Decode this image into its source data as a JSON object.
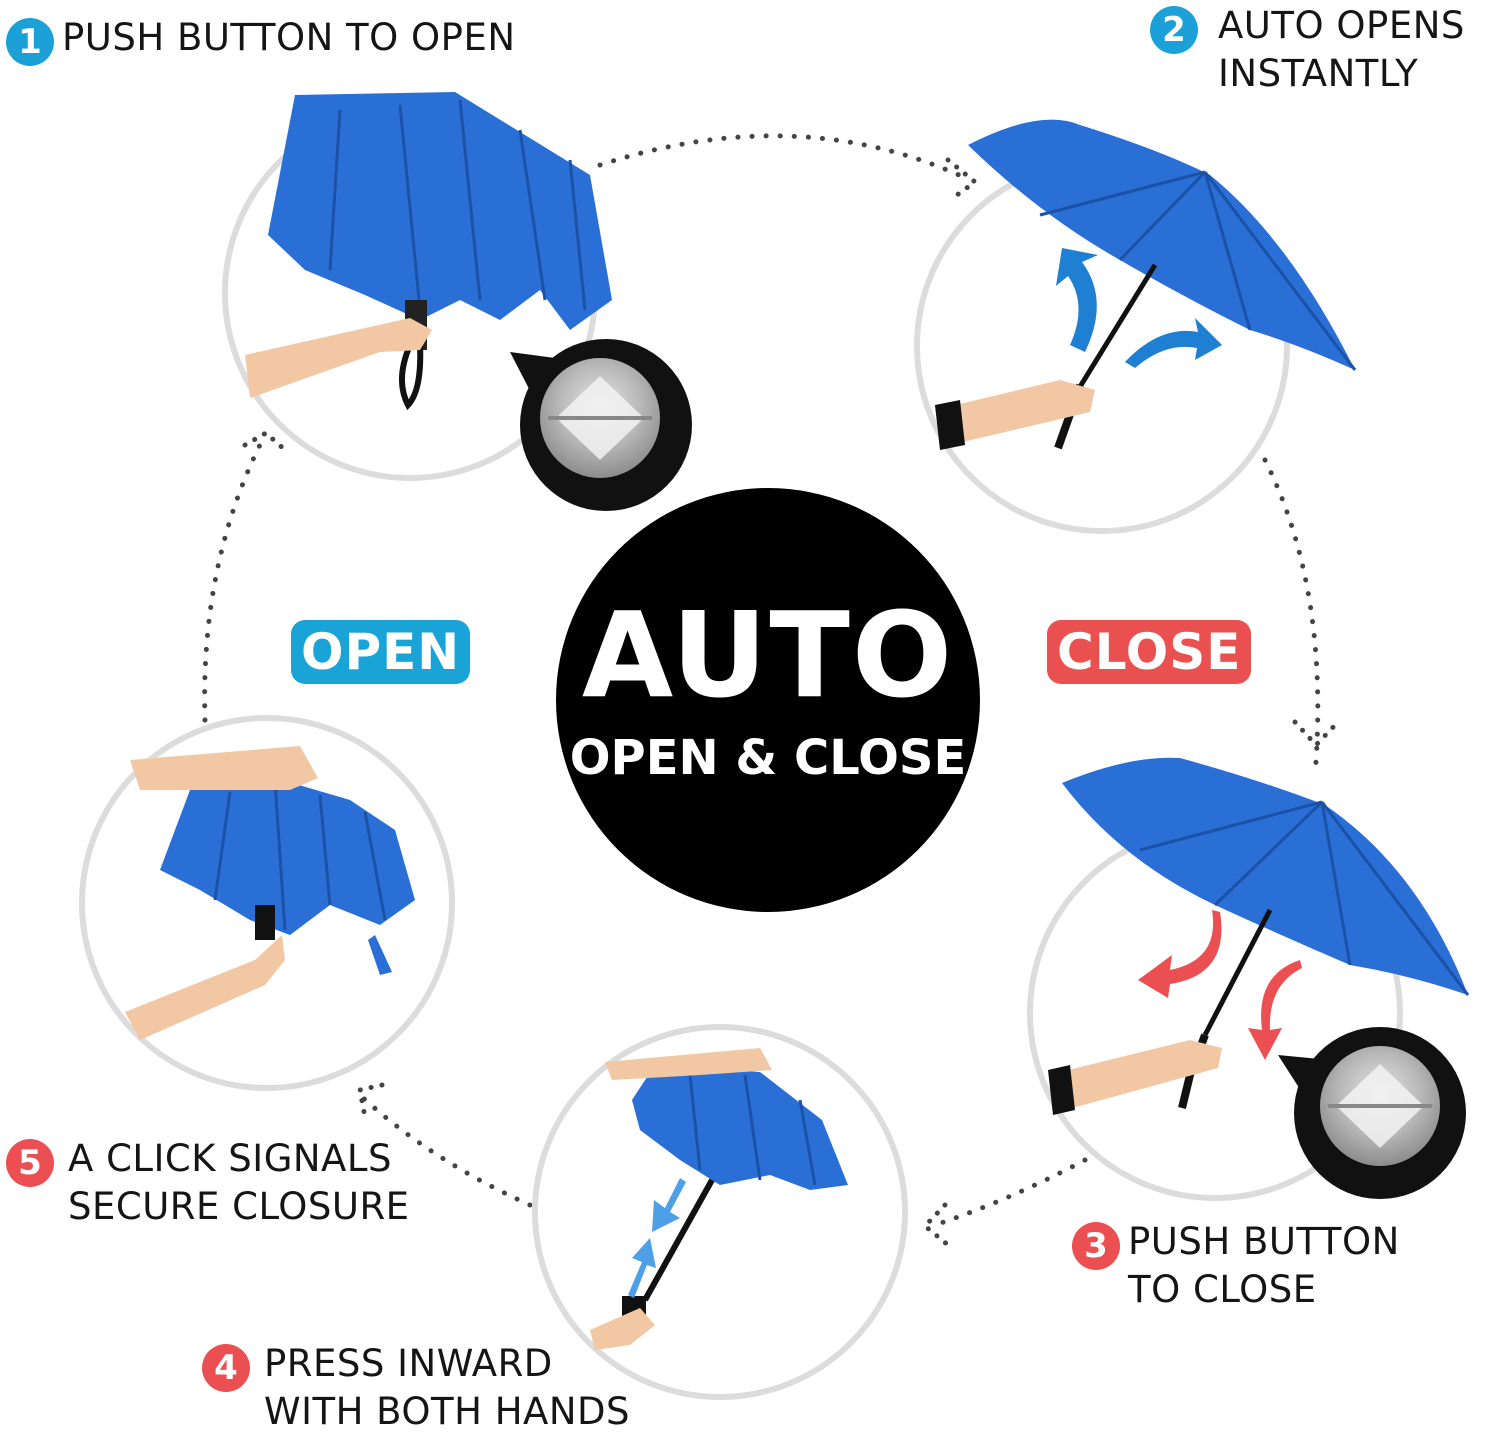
{
  "center": {
    "title": "AUTO",
    "subtitle": "OPEN & CLOSE"
  },
  "labels": {
    "open": "OPEN",
    "close": "CLOSE"
  },
  "steps": [
    {
      "number": "1",
      "lines": [
        "PUSH BUTTON  TO OPEN"
      ],
      "color": "#1ba1d8"
    },
    {
      "number": "2",
      "lines": [
        "AUTO OPENS",
        "INSTANTLY"
      ],
      "color": "#1ba1d8"
    },
    {
      "number": "3",
      "lines": [
        "PUSH BUTTON",
        "TO CLOSE"
      ],
      "color": "#ec4f51"
    },
    {
      "number": "4",
      "lines": [
        "PRESS INWARD",
        "WITH BOTH HANDS"
      ],
      "color": "#ec4f51"
    },
    {
      "number": "5",
      "lines": [
        "A CLICK SIGNALS",
        "SECURE CLOSURE"
      ],
      "color": "#ec4f51"
    }
  ],
  "colors": {
    "umbrella_blue": "#2a6fd6",
    "open_accent": "#1aa3d6",
    "close_accent": "#e9504f",
    "center_disc": "#000000"
  },
  "icons": [
    "push-button-icon",
    "open-arrow-icon",
    "close-arrow-icon",
    "press-arrow-icon"
  ]
}
